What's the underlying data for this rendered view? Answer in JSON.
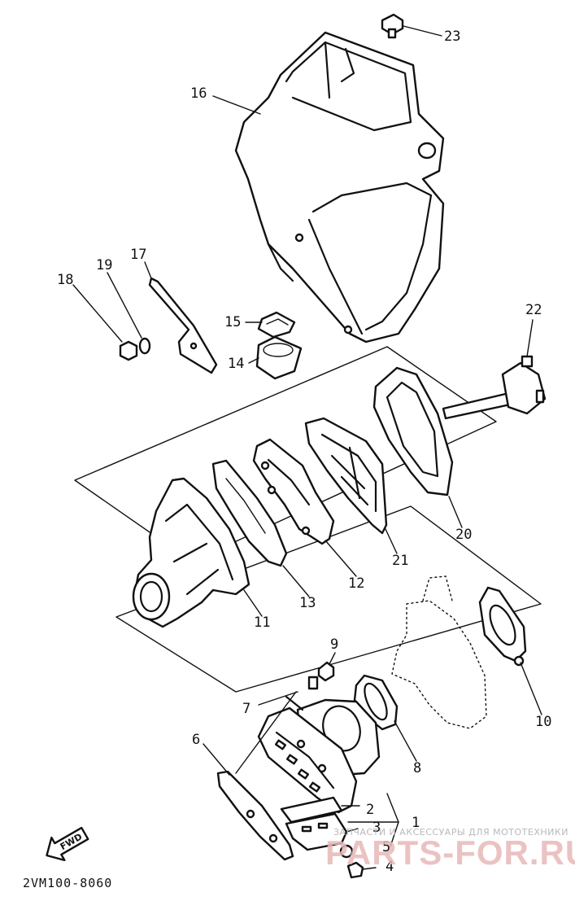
{
  "diagram": {
    "code": "2VM100-8060",
    "direction_label": "FWD",
    "callouts": [
      "1",
      "2",
      "3",
      "4",
      "5",
      "6",
      "7",
      "8",
      "9",
      "10",
      "11",
      "12",
      "13",
      "14",
      "15",
      "16",
      "17",
      "18",
      "19",
      "20",
      "21",
      "22",
      "23"
    ]
  },
  "watermark": {
    "tagline": "ЗАПЧАСТИ И АКСЕССУАРЫ ДЛЯ МОТОТЕХНИКИ",
    "brand": "PARTS-FOR.RU"
  }
}
